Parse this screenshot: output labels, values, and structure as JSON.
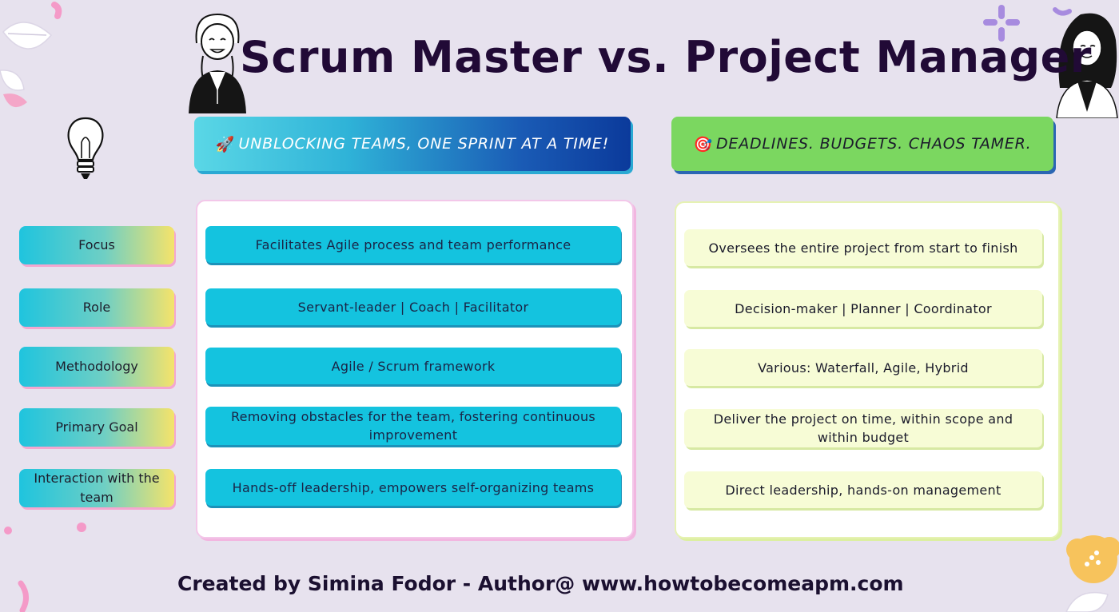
{
  "title": "Scrum Master vs. Project Manager",
  "banners": {
    "scrum_master": {
      "emoji": "🚀",
      "text": "UNBLOCKING TEAMS, ONE SPRINT AT A TIME!"
    },
    "project_manager": {
      "emoji": "🎯",
      "text": "DEADLINES. BUDGETS. CHAOS TAMER."
    }
  },
  "rows": [
    {
      "label": "Focus",
      "scrum_master": "Facilitates Agile process and team performance",
      "project_manager": "Oversees the entire project from start to finish"
    },
    {
      "label": "Role",
      "scrum_master": "Servant-leader | Coach | Facilitator",
      "project_manager": "Decision-maker | Planner | Coordinator"
    },
    {
      "label": "Methodology",
      "scrum_master": "Agile / Scrum framework",
      "project_manager": "Various: Waterfall, Agile, Hybrid"
    },
    {
      "label": "Primary Goal",
      "scrum_master": "Removing obstacles for the team, fostering continuous improvement",
      "project_manager": "Deliver the project on time, within scope and within budget"
    },
    {
      "label": "Interaction with the team",
      "scrum_master": "Hands-off leadership, empowers self-organizing teams",
      "project_manager": "Direct leadership, hands-on management"
    }
  ],
  "footer": "Created by Simina Fodor - Author@ www.howtobecomeapm.com",
  "icons": [
    "lightbulb-icon",
    "scrum-master-illustration",
    "project-manager-illustration",
    "leaf-decoration",
    "flower-decoration",
    "sparkle-decoration"
  ],
  "colors": {
    "background": "#e7e2ee",
    "title": "#210a36",
    "sm_cell": "#14c3df",
    "pm_cell": "#f7fcd6",
    "pm_banner": "#7bd760",
    "sm_banner_end": "#0b3a9b"
  }
}
